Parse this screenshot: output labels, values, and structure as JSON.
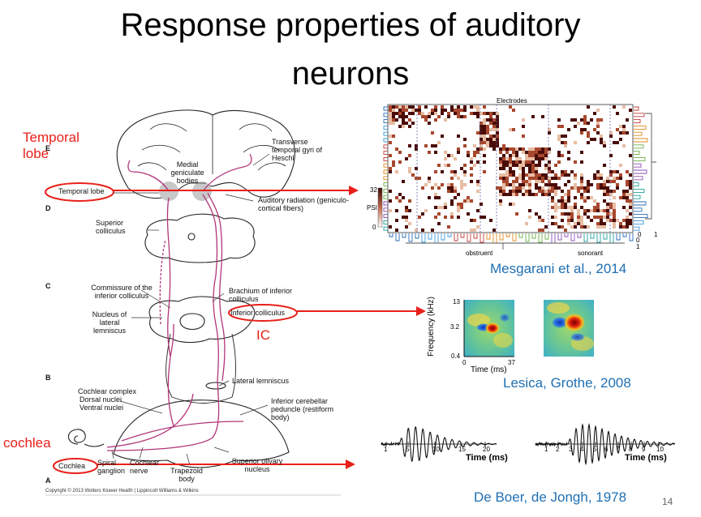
{
  "slide": {
    "title_line1": "Response properties of auditory",
    "title_line2": "neurons",
    "page_number": "14"
  },
  "annotations": {
    "temporal_lobe": "Temporal lobe",
    "ic": "IC",
    "cochlea": "cochlea"
  },
  "anatomy": {
    "section_letters": [
      "E",
      "D",
      "C",
      "B",
      "A"
    ],
    "labels": {
      "transverse": "Transverse temporal gyri of Heschl",
      "mgb": "Medial geniculate bodies",
      "temporal_lobe": "Temporal lobe",
      "auditory_radiation": "Auditory radiation (geniculo-cortical fibers)",
      "superior_colliculus": "Superior colliculus",
      "commissure": "Commissure of the inferior colliculus",
      "brachium": "Brachium of inferior colliculus",
      "nucleus_ll": "Nucleus of lateral lemniscus",
      "inferior_colliculus": "Inferior colliculus",
      "lateral_lemniscus": "Lateral lemniscus",
      "cochlear_complex": "Cochlear complex",
      "dorsal_nuclei": "Dorsal nuclei",
      "ventral_nuclei": "Ventral nuclei",
      "inf_cerebellar": "Inferior cerebellar peduncle (restiform body)",
      "cochlea": "Cochlea",
      "spiral_ganglion": "Spiral ganglion",
      "cochlear_nerve": "Cochlear nerve",
      "trapezoid": "Trapezoid body",
      "superior_olivary": "Superior olivary nucleus",
      "copyright": "Copyright © 2013 Wolters Kluwer Health | Lippincott Williams & Wilkins"
    }
  },
  "heatmap": {
    "top_label": "Electrodes",
    "colorbar_max": "32",
    "colorbar_min": "0",
    "colorbar_label": "PSI",
    "group_left": "obstruent",
    "group_right": "sonorant",
    "right_axis_0": "0",
    "right_axis_1": "1",
    "bottom_axis_0": "0",
    "bottom_axis_1": "1",
    "citation": "Mesgarani et al., 2014",
    "colors": {
      "dark": "#4a0c08",
      "mid": "#a8482e",
      "light": "#e7bda4"
    }
  },
  "strf": {
    "y_axis_label": "Frequency (kHz)",
    "y_ticks": [
      "13",
      "3.2",
      "0.4"
    ],
    "x_ticks": [
      "0",
      "37"
    ],
    "x_label": "Time (ms)",
    "citation": "Lesica, Grothe, 2008"
  },
  "waveforms": {
    "left_ticks": [
      "1",
      "5",
      "10",
      "15",
      "20"
    ],
    "right_ticks": [
      "1",
      "2",
      "3",
      "4",
      "5",
      "6",
      "7",
      "8",
      "9",
      "10"
    ],
    "x_label": "Time (ms)",
    "citation": "De Boer, de Jongh, 1978"
  }
}
